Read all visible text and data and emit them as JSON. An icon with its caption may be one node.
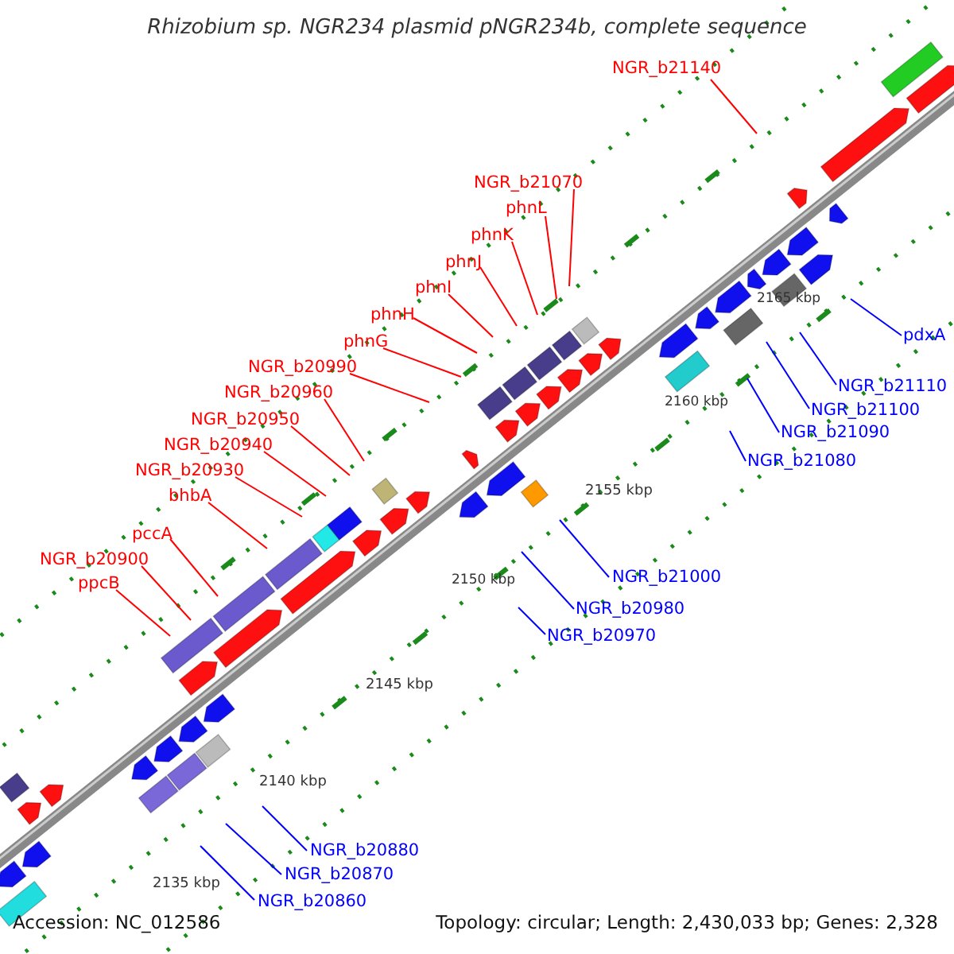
{
  "diagram": {
    "title": "Rhizobium sp. NGR234 plasmid pNGR234b, complete sequence",
    "nodes": [
      {
        "text": [
          "NGR_b21140"
        ]
      },
      {
        "text": [
          "NGR_b21070"
        ]
      },
      {
        "text": [
          "phnL"
        ]
      },
      {
        "text": [
          "phnK"
        ]
      },
      {
        "text": [
          "phnJ"
        ]
      },
      {
        "text": [
          "phnI"
        ]
      },
      {
        "text": [
          "phnH"
        ]
      },
      {
        "text": [
          "phnG"
        ]
      },
      {
        "text": [
          "NGR_b20990"
        ]
      },
      {
        "text": [
          "NGR_b20960"
        ]
      },
      {
        "text": [
          "NGR_b20950"
        ]
      },
      {
        "text": [
          "NGR_b20940"
        ]
      },
      {
        "text": [
          "NGR_b20930"
        ]
      },
      {
        "text": [
          "bhbA"
        ]
      },
      {
        "text": [
          "pccA"
        ]
      },
      {
        "text": [
          "NGR_b20900"
        ]
      },
      {
        "text": [
          "ppcB"
        ]
      },
      {
        "text": [
          "pdxA"
        ]
      },
      {
        "text": [
          "NGR_b21110"
        ]
      },
      {
        "text": [
          "NGR_b21100"
        ]
      },
      {
        "text": [
          "NGR_b21090"
        ]
      },
      {
        "text": [
          "NGR_b21080"
        ]
      },
      {
        "text": [
          "NGR_b21000"
        ]
      },
      {
        "text": [
          "NGR_b20980"
        ]
      },
      {
        "text": [
          "NGR_b20970"
        ]
      },
      {
        "text": [
          "NGR_b20880"
        ]
      },
      {
        "text": [
          "NGR_b20870"
        ]
      },
      {
        "text": [
          "NGR_b20860"
        ]
      }
    ],
    "edges": [
      {
        "from": 0,
        "to": null,
        "arrow": "none"
      },
      {
        "from": 1,
        "to": null,
        "arrow": "none"
      },
      {
        "from": 2,
        "to": null,
        "arrow": "none"
      },
      {
        "from": 3,
        "to": null,
        "arrow": "none"
      },
      {
        "from": 4,
        "to": null,
        "arrow": "none"
      },
      {
        "from": 5,
        "to": null,
        "arrow": "none"
      },
      {
        "from": 6,
        "to": null,
        "arrow": "none"
      },
      {
        "from": 7,
        "to": null,
        "arrow": "none"
      },
      {
        "from": 8,
        "to": null,
        "arrow": "none"
      },
      {
        "from": 9,
        "to": null,
        "arrow": "none"
      },
      {
        "from": 10,
        "to": null,
        "arrow": "none"
      },
      {
        "from": 11,
        "to": null,
        "arrow": "none"
      },
      {
        "from": 12,
        "to": null,
        "arrow": "none"
      },
      {
        "from": 13,
        "to": null,
        "arrow": "none"
      },
      {
        "from": 14,
        "to": null,
        "arrow": "none"
      },
      {
        "from": 15,
        "to": null,
        "arrow": "none"
      },
      {
        "from": 16,
        "to": null,
        "arrow": "none"
      },
      {
        "from": 17,
        "to": null,
        "arrow": "none",
        "color": "#0000ff"
      },
      {
        "from": 18,
        "to": null,
        "arrow": "none",
        "color": "#0000ff"
      },
      {
        "from": 19,
        "to": null,
        "arrow": "none",
        "color": "#0000ff"
      },
      {
        "from": 20,
        "to": null,
        "arrow": "none",
        "color": "#0000ff"
      },
      {
        "from": 21,
        "to": null,
        "arrow": "none",
        "color": "#0000ff"
      },
      {
        "from": 22,
        "to": null,
        "arrow": "none",
        "color": "#0000ff"
      },
      {
        "from": 23,
        "to": null,
        "arrow": "none",
        "color": "#0000ff"
      },
      {
        "from": 24,
        "to": null,
        "arrow": "none",
        "color": "#0000ff"
      },
      {
        "from": 25,
        "to": null,
        "arrow": "none",
        "color": "#0000ff"
      },
      {
        "from": 26,
        "to": null,
        "arrow": "none",
        "color": "#0000ff"
      },
      {
        "from": 27,
        "to": null,
        "arrow": "none",
        "color": "#0000ff"
      }
    ],
    "labels": [
      "2165 kbp",
      "2160 kbp",
      "2155 kbp",
      "2150 kbp",
      "2145 kbp",
      "2140 kbp",
      "2135 kbp",
      "Accession: NC_012586",
      "Topology: circular; Length: 2,430,033 bp; Genes: 2,328"
    ]
  }
}
